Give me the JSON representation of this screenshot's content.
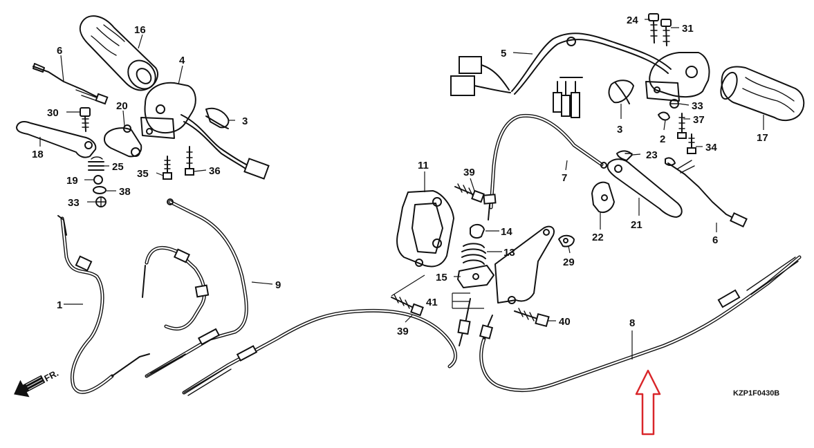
{
  "diagram_code": "KZP1F0430B",
  "front_marker": "FR.",
  "callouts": {
    "c1": "1",
    "c2": "2",
    "c3a": "3",
    "c3b": "3",
    "c4": "4",
    "c5": "5",
    "c6a": "6",
    "c6b": "6",
    "c7": "7",
    "c8": "8",
    "c9": "9",
    "c11": "11",
    "c13": "13",
    "c14": "14",
    "c15": "15",
    "c16": "16",
    "c17": "17",
    "c18": "18",
    "c19": "19",
    "c20": "20",
    "c21": "21",
    "c22": "22",
    "c23": "23",
    "c24": "24",
    "c25": "25",
    "c29": "29",
    "c30": "30",
    "c31": "31",
    "c33a": "33",
    "c33b": "33",
    "c34": "34",
    "c35": "35",
    "c36": "36",
    "c37": "37",
    "c38": "38",
    "c39a": "39",
    "c39b": "39",
    "c40": "40",
    "c41": "41"
  },
  "highlight": {
    "target_part": "8",
    "color": "#d9262a",
    "shape": "up-arrow"
  }
}
